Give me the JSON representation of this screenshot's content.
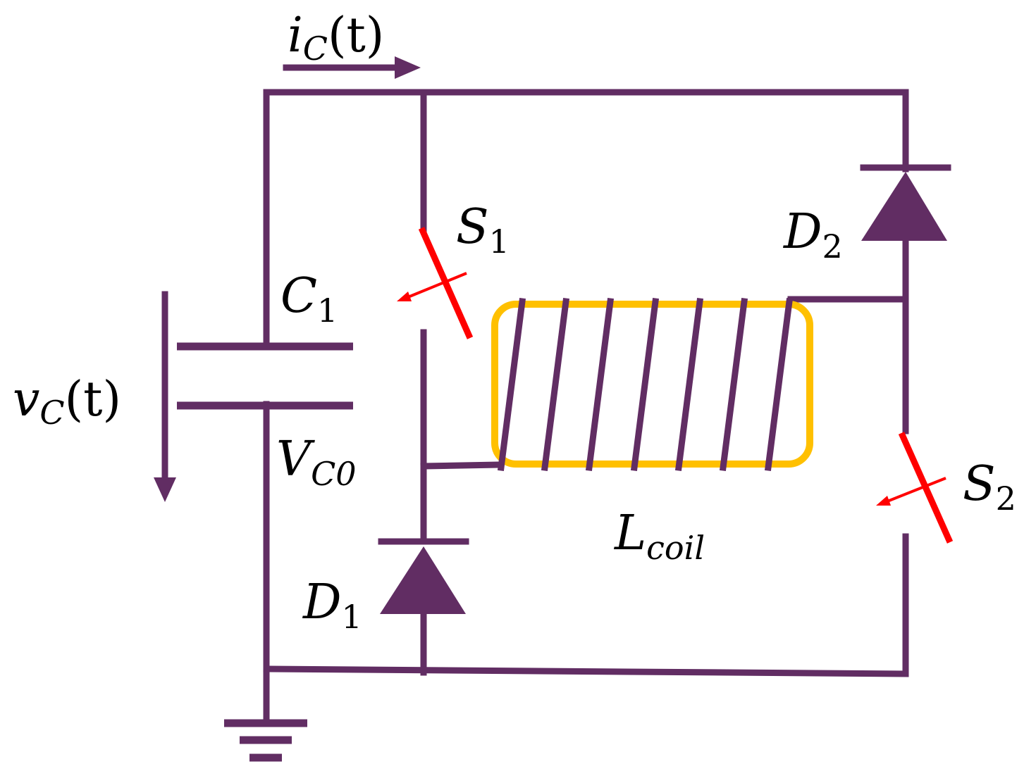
{
  "colors": {
    "wire": "#612d63",
    "switch": "#ff0000",
    "coil_core": "#ffc000",
    "label": "#000000"
  },
  "labels": {
    "current": {
      "base": "i",
      "sub": "C",
      "suffix": "(t)"
    },
    "voltage": {
      "base": "v",
      "sub": "C",
      "suffix": "(t)"
    },
    "capacitor": {
      "base": "C",
      "sub": "1"
    },
    "initial_voltage": {
      "base": "V",
      "sub": "C0"
    },
    "switch1": {
      "base": "S",
      "sub": "1"
    },
    "switch2": {
      "base": "S",
      "sub": "2"
    },
    "diode1": {
      "base": "D",
      "sub": "1"
    },
    "diode2": {
      "base": "D",
      "sub": "2"
    },
    "coil": {
      "base": "L",
      "sub": "coil"
    }
  },
  "icons": {
    "ground": "ground-icon",
    "capacitor": "capacitor-icon",
    "diode": "diode-icon",
    "switch": "switch-icon",
    "coil": "coil-icon"
  }
}
